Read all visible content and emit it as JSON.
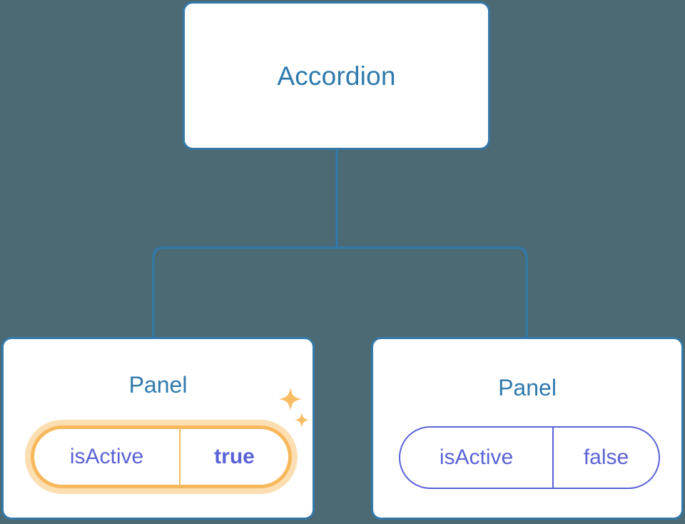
{
  "diagram": {
    "title_text": "Accordion",
    "theme": {
      "background": "#4C6A73",
      "card_background": "#FFFFFF",
      "card_border": "#3579A8",
      "node_title_color": "#2E7AAD",
      "connector_color": "#2E7AAD",
      "prop_text_color": "#5A62D6",
      "prop_border_color": "#5A62D6",
      "highlight_border_color": "#F7B85C",
      "highlight_glow_color": "#FBDFB3",
      "sparkle_color": "#F9BE64"
    },
    "root": {
      "label": "Accordion"
    },
    "children": [
      {
        "label": "Panel",
        "highlighted": true,
        "prop": {
          "key": "isActive",
          "value": "true",
          "value_bold": true
        },
        "sparkles": [
          {
            "name": "sparkle-large"
          },
          {
            "name": "sparkle-small"
          }
        ]
      },
      {
        "label": "Panel",
        "highlighted": false,
        "prop": {
          "key": "isActive",
          "value": "false",
          "value_bold": false
        }
      }
    ]
  }
}
